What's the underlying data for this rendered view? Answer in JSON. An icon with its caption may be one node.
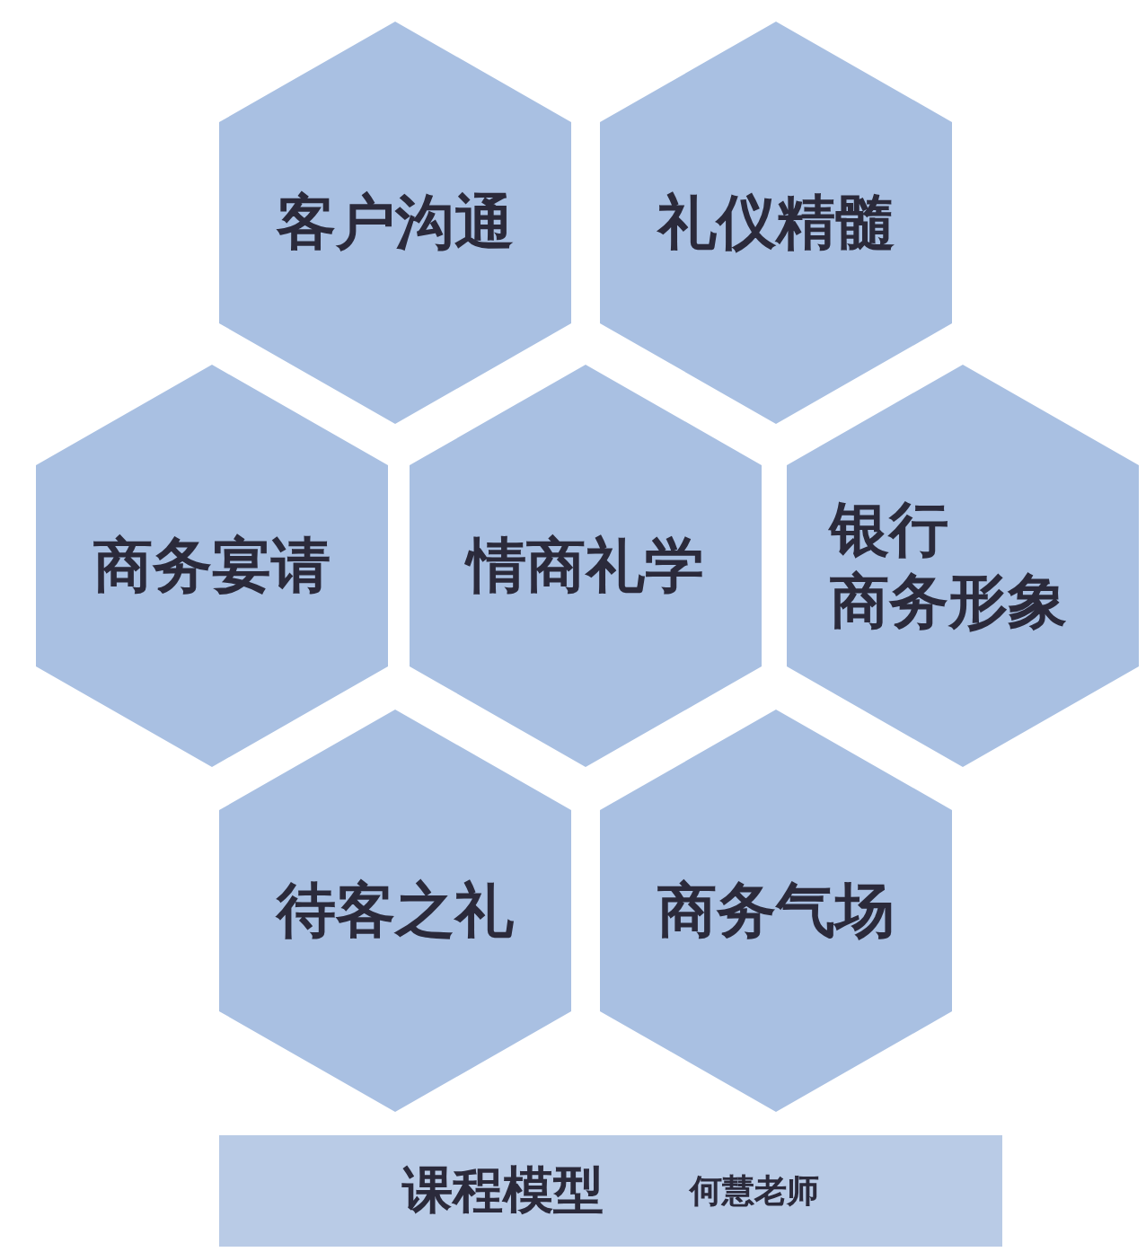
{
  "diagram": {
    "nodes": [
      {
        "text": [
          "客户沟通"
        ]
      },
      {
        "text": [
          "礼仪精髓"
        ]
      },
      {
        "text": [
          "商务宴请"
        ]
      },
      {
        "text": [
          "情商礼学"
        ]
      },
      {
        "text": [
          "银行",
          "商务形象"
        ]
      },
      {
        "text": [
          "待客之礼"
        ]
      },
      {
        "text": [
          "商务气场"
        ]
      },
      {
        "text": [
          "课程模型",
          "何慧老师"
        ]
      }
    ]
  }
}
